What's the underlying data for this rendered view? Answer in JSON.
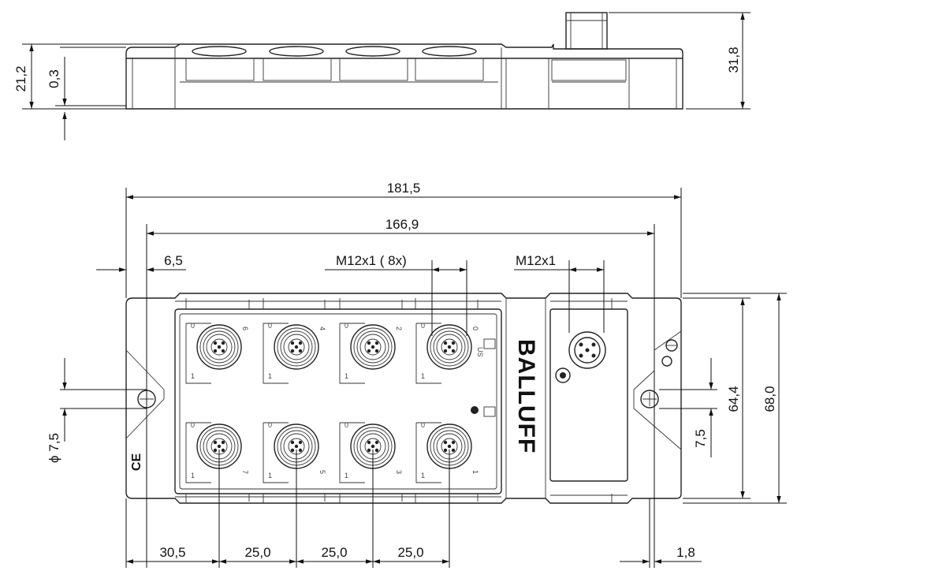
{
  "dimensions": {
    "height_left_outer": "21,2",
    "height_left_inner": "0,3",
    "height_right": "31,8",
    "overall_length": "181,5",
    "hole_spacing": "166,9",
    "edge_to_hole": "6,5",
    "connector_thread_8x": "M12x1  ( 8x)",
    "connector_thread_single": "M12x1",
    "hole_diameter": "ϕ 7,5",
    "width_inner": "64,4",
    "width_outer": "68,0",
    "hole_offset": "7,5",
    "first_pitch": "30,5",
    "pitch_1": "25,0",
    "pitch_2": "25,0",
    "pitch_3": "25,0",
    "flange": "1,8"
  },
  "device": {
    "brand": "BALLUFF",
    "mark": "CE",
    "port_labels_top": [
      "6",
      "4",
      "2",
      "0"
    ],
    "port_labels_bottom": [
      "7",
      "5",
      "3",
      "1"
    ],
    "slot_label_a": "0",
    "slot_label_b": "1",
    "us_label": "US"
  },
  "colors": {
    "line": "#222222",
    "background": "#ffffff"
  }
}
